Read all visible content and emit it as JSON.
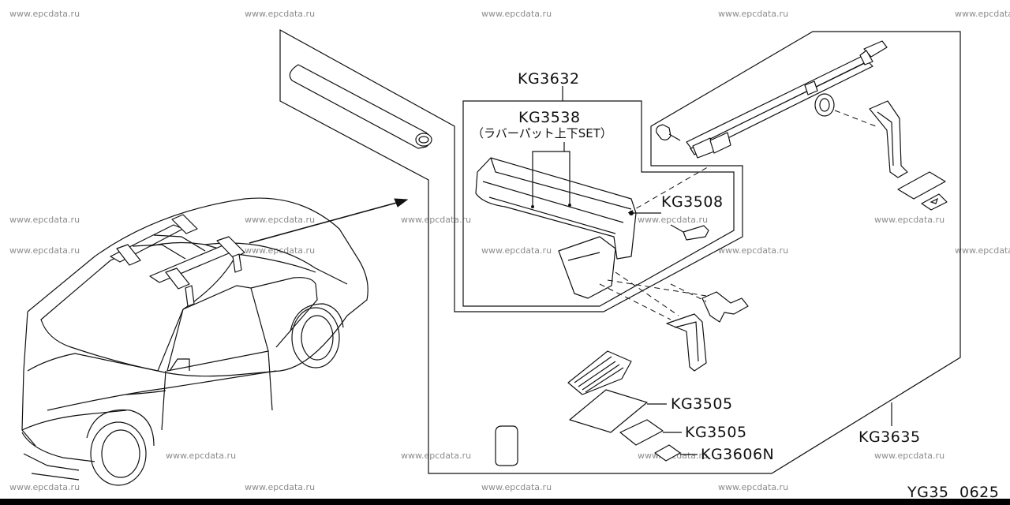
{
  "watermark": "www.epcdata.ru",
  "labels": {
    "kit_main": "KG3632",
    "rubber_pad": "KG3538",
    "rubber_pad_note": "（ラバーパット上下SET）",
    "key": "KG3508",
    "plate_a": "KG3505",
    "plate_b": "KG3505",
    "label_n": "KG3606N",
    "attachment": "KG3635"
  },
  "footer": {
    "code": "YG35",
    "number": "0625"
  }
}
